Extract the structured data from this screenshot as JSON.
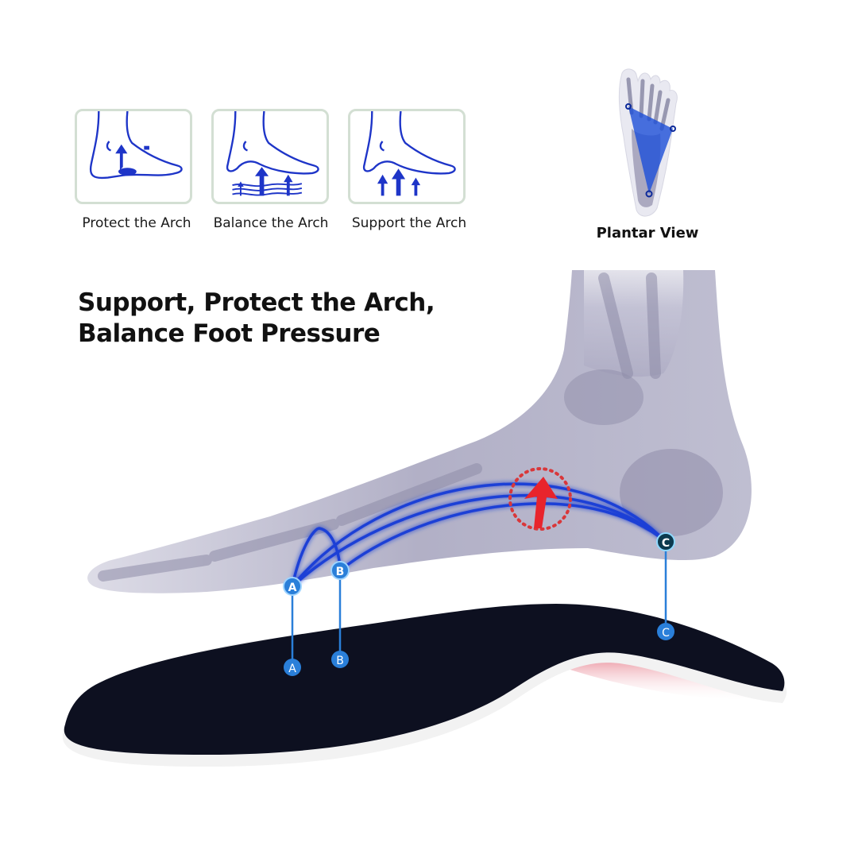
{
  "features": [
    {
      "label": "Protect the Arch",
      "icon": "foot-protect-arch-icon"
    },
    {
      "label": "Balance the Arch",
      "icon": "foot-balance-arch-icon"
    },
    {
      "label": "Support the Arch",
      "icon": "foot-support-arch-icon"
    }
  ],
  "plantar": {
    "label": "Plantar View",
    "icon": "foot-plantar-xray-icon"
  },
  "headline": {
    "line1": "Support, Protect the Arch,",
    "line2": "Balance Foot Pressure"
  },
  "diagram": {
    "points_on_foot": [
      "A",
      "B",
      "C"
    ],
    "points_on_insole": [
      "A",
      "B",
      "C"
    ],
    "arch_line_color": "#1f3fd6",
    "marker_color": "#2a7fd9",
    "pressure_arrow_color": "#e8242c"
  },
  "insole": {
    "top_color": "#0d1020",
    "edge_color": "#f4f4f4",
    "base_color": "#d8344a"
  }
}
